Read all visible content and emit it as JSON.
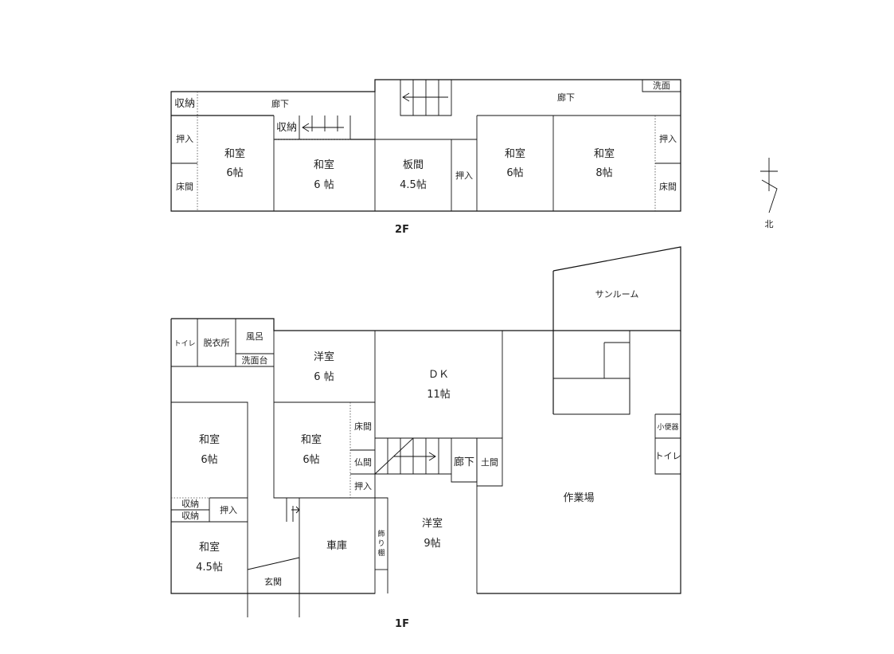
{
  "floor2": {
    "label": "2F",
    "rooms": {
      "storage_top": "収納",
      "corridor_left": "廊下",
      "storage_stair": "収納",
      "oshiire_left": "押入",
      "tokonoma_left": "床間",
      "washitsu_a": "和室",
      "washitsu_a_size": "6帖",
      "washitsu_b": "和室",
      "washitsu_b_size": "6 帖",
      "itama": "板間",
      "itama_size": "4.5帖",
      "oshiire_mid": "押入",
      "washitsu_c": "和室",
      "washitsu_c_size": "6帖",
      "washitsu_d": "和室",
      "washitsu_d_size": "8帖",
      "oshiire_right": "押入",
      "tokonoma_right": "床間",
      "corridor_right": "廊下",
      "washroom": "洗面"
    }
  },
  "floor1": {
    "label": "1F",
    "rooms": {
      "toilet_left": "トイレ",
      "dressing": "脱衣所",
      "bath": "風呂",
      "vanity": "洗面台",
      "youshitsu_a": "洋室",
      "youshitsu_a_size": "6 帖",
      "dk": "ＤＫ",
      "dk_size": "11帖",
      "sunroom": "サンルーム",
      "washitsu_a": "和室",
      "washitsu_a_size": "6帖",
      "washitsu_b": "和室",
      "washitsu_b_size": "6帖",
      "tokonoma": "床間",
      "butsuma": "仏間",
      "oshiire_mid": "押入",
      "storage_1": "収納",
      "storage_2": "収納",
      "oshiire_left": "押入",
      "corridor": "廊下",
      "doma": "土間",
      "urinal": "小便器",
      "toilet_right": "トイレ",
      "workshop": "作業場",
      "youshitsu_b": "洋室",
      "youshitsu_b_size": "9帖",
      "washitsu_c": "和室",
      "washitsu_c_size": "4.5帖",
      "garage": "車庫",
      "genkan": "玄関",
      "display_shelf_1": "飾",
      "display_shelf_2": "り",
      "display_shelf_3": "棚"
    }
  },
  "compass": {
    "label": "北",
    "icon": "north-arrow-icon"
  }
}
